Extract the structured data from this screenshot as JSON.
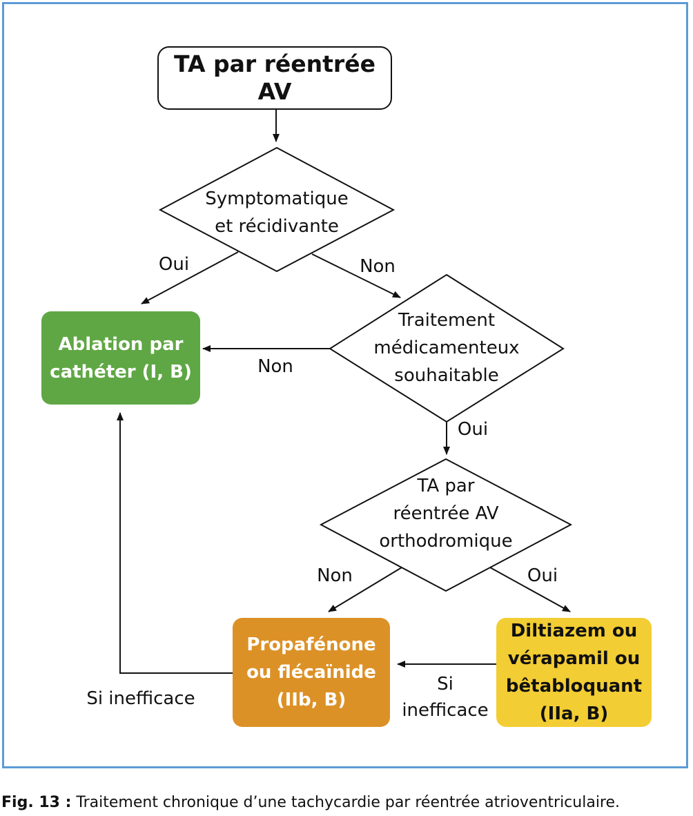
{
  "nodes": {
    "start": "TA par réentrée AV",
    "decision1": "Symptomatique\net récidivante",
    "decision2": "Traitement\nmédicamenteux\nsouhaitable",
    "decision3": "TA par\nréentrée AV\northodromique",
    "ablation": "Ablation par\ncathéter (I, B)",
    "propafenone": "Propafénone\nou flécaïnide\n(IIb, B)",
    "diltiazem": "Diltiazem ou\nvérapamil ou\nbêtabloquant\n(IIa, B)"
  },
  "edges": {
    "d1_oui": "Oui",
    "d1_non": "Non",
    "d2_non": "Non",
    "d2_oui": "Oui",
    "d3_non": "Non",
    "d3_oui": "Oui",
    "dil_to_prop": "Si\ninefficace",
    "prop_to_abl": "Si inefficace"
  },
  "caption": {
    "prefix": "Fig. 13 :",
    "text": " Traitement chronique d’une tachycardie par réentrée atrioventriculaire."
  },
  "colors": {
    "frame": "#5b9bd5",
    "ablation": "#5fa744",
    "propafenone": "#dc9127",
    "diltiazem": "#f2cd33"
  }
}
